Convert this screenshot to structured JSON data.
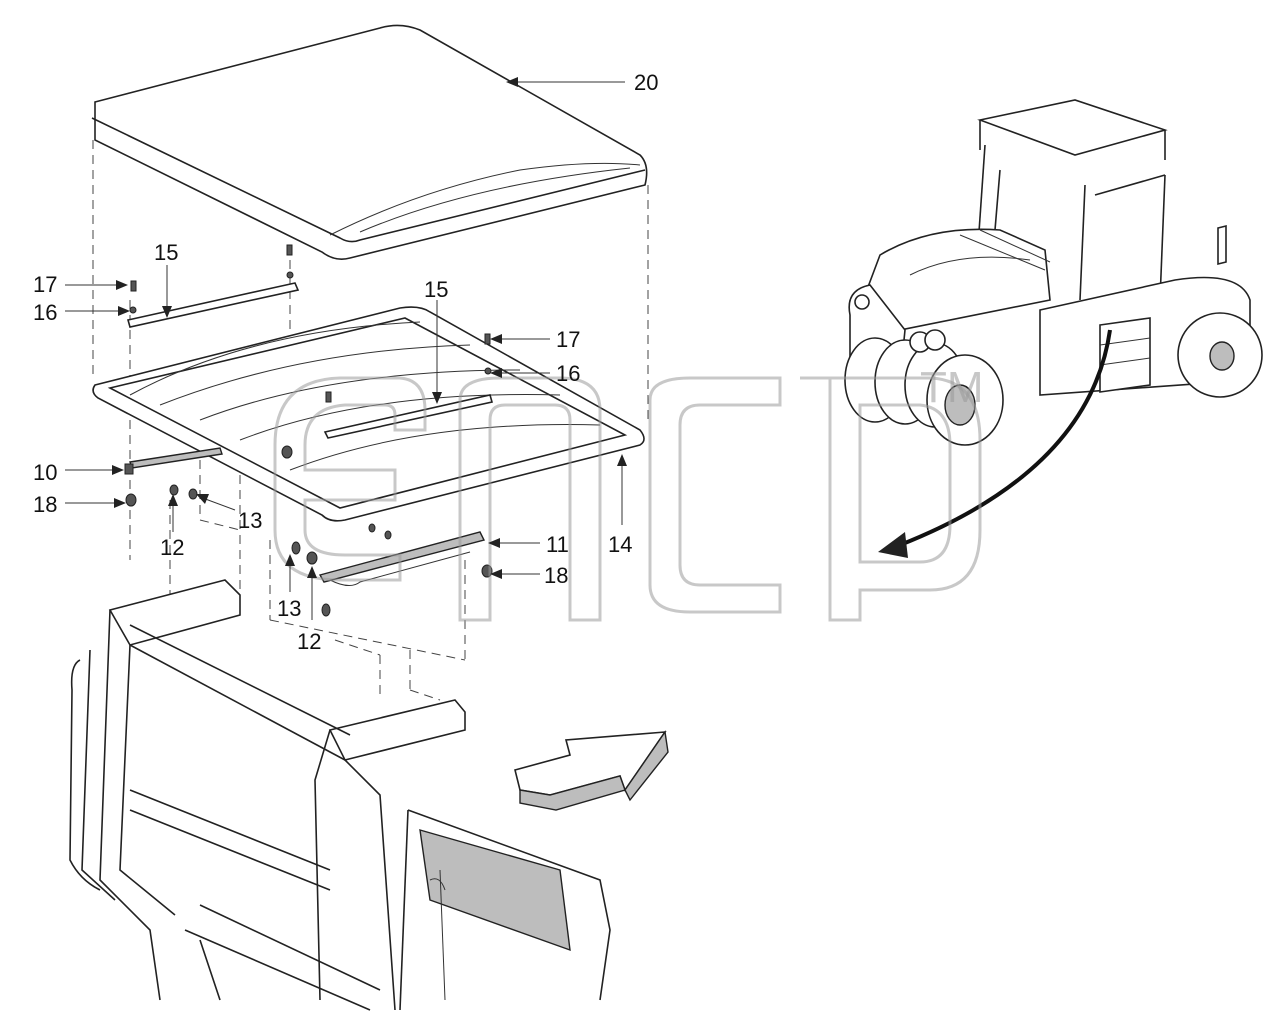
{
  "diagram": {
    "callouts": {
      "c20": "20",
      "c15a": "15",
      "c15b": "15",
      "c17a": "17",
      "c16a": "16",
      "c17b": "17",
      "c16b": "16",
      "c10": "10",
      "c18a": "18",
      "c12a": "12",
      "c13a": "13",
      "c11": "11",
      "c14": "14",
      "c18b": "18",
      "c13b": "13",
      "c12b": "12"
    },
    "watermark": {
      "trademark": "TM"
    },
    "icons": {
      "direction_arrow": "direction-arrow-icon",
      "location_arrow": "curved-arrow-icon"
    }
  }
}
